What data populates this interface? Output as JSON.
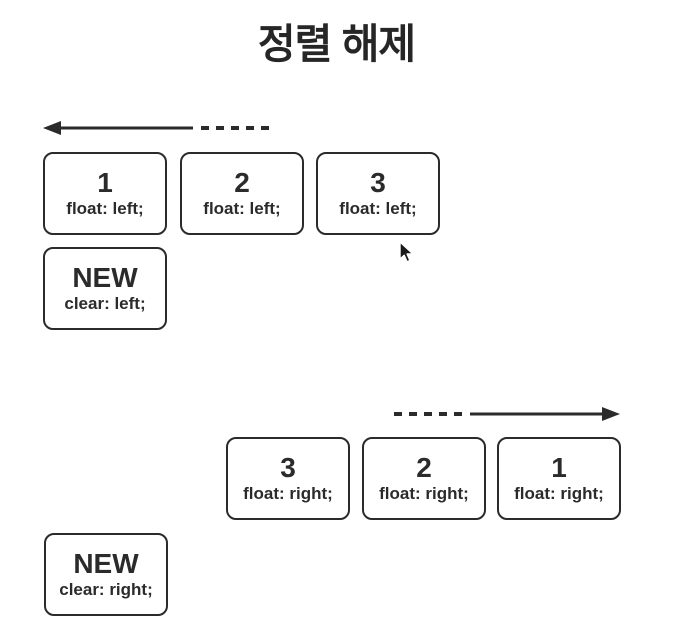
{
  "title": "정렬 해제",
  "colors": {
    "ink": "#2b2b2b",
    "background": "#ffffff"
  },
  "sections": {
    "float_left": {
      "arrow_direction": "left",
      "boxes": [
        {
          "number": "1",
          "code": "float: left;"
        },
        {
          "number": "2",
          "code": "float: left;"
        },
        {
          "number": "3",
          "code": "float: left;"
        }
      ],
      "clear_box": {
        "number": "NEW",
        "code": "clear: left;"
      }
    },
    "float_right": {
      "arrow_direction": "right",
      "boxes": [
        {
          "number": "3",
          "code": "float: right;"
        },
        {
          "number": "2",
          "code": "float: right;"
        },
        {
          "number": "1",
          "code": "float: right;"
        }
      ],
      "clear_box": {
        "number": "NEW",
        "code": "clear: right;"
      }
    }
  },
  "cursor": {
    "type": "arrow-pointer"
  }
}
